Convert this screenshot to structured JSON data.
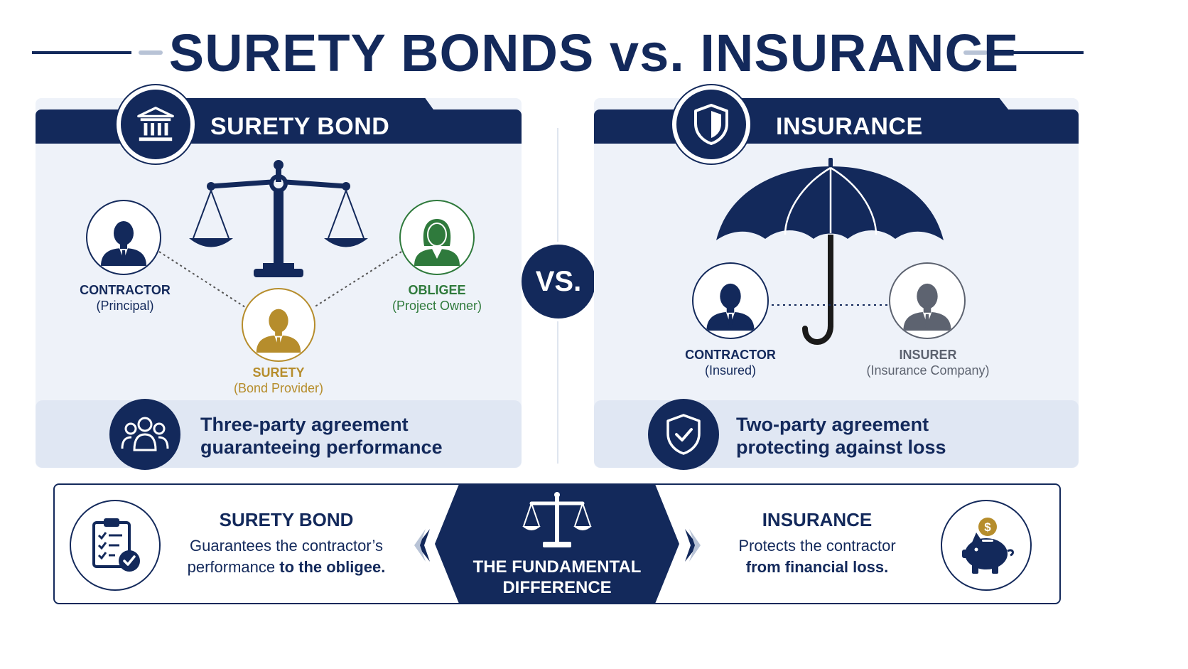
{
  "title": "SURETY BONDS vs. INSURANCE",
  "colors": {
    "navy": "#13295b",
    "gold": "#b68d2c",
    "green": "#2f7a3c",
    "gray": "#5d6370",
    "panel_bg": "#eef2f9"
  },
  "surety": {
    "header": "SURETY BOND",
    "header_icon": "bank-building-icon",
    "center_icon": "balance-scale-icon",
    "parties": [
      {
        "name": "CONTRACTOR",
        "role": "(Principal)",
        "icon": "businessman-icon"
      },
      {
        "name": "OBLIGEE",
        "role": "(Project Owner)",
        "icon": "businesswoman-icon"
      },
      {
        "name": "SURETY",
        "role": "(Bond Provider)",
        "icon": "businessman-icon"
      }
    ],
    "summary_line1": "Three-party agreement",
    "summary_line2": "guaranteeing performance",
    "summary_icon": "group-people-icon"
  },
  "vs_label": "VS.",
  "insurance": {
    "header": "INSURANCE",
    "header_icon": "shield-icon",
    "center_icon": "umbrella-icon",
    "parties": [
      {
        "name": "CONTRACTOR",
        "role": "(Insured)",
        "icon": "businessman-icon"
      },
      {
        "name": "INSURER",
        "role": "(Insurance Company)",
        "icon": "businessman-icon"
      }
    ],
    "summary_line1": "Two-party agreement",
    "summary_line2": "protecting against loss",
    "summary_icon": "shield-check-icon"
  },
  "bottom": {
    "left_heading": "SURETY BOND",
    "left_line1": "Guarantees the contractor’s",
    "left_line2_plain": "performance ",
    "left_line2_bold": "to the obligee.",
    "left_icon": "clipboard-checklist-icon",
    "center_line1": "THE FUNDAMENTAL",
    "center_line2": "DIFFERENCE",
    "center_icon": "balance-scale-icon",
    "right_heading": "INSURANCE",
    "right_line1": "Protects the contractor",
    "right_line2_bold": "from financial loss.",
    "right_icon": "piggy-bank-dollar-icon"
  }
}
